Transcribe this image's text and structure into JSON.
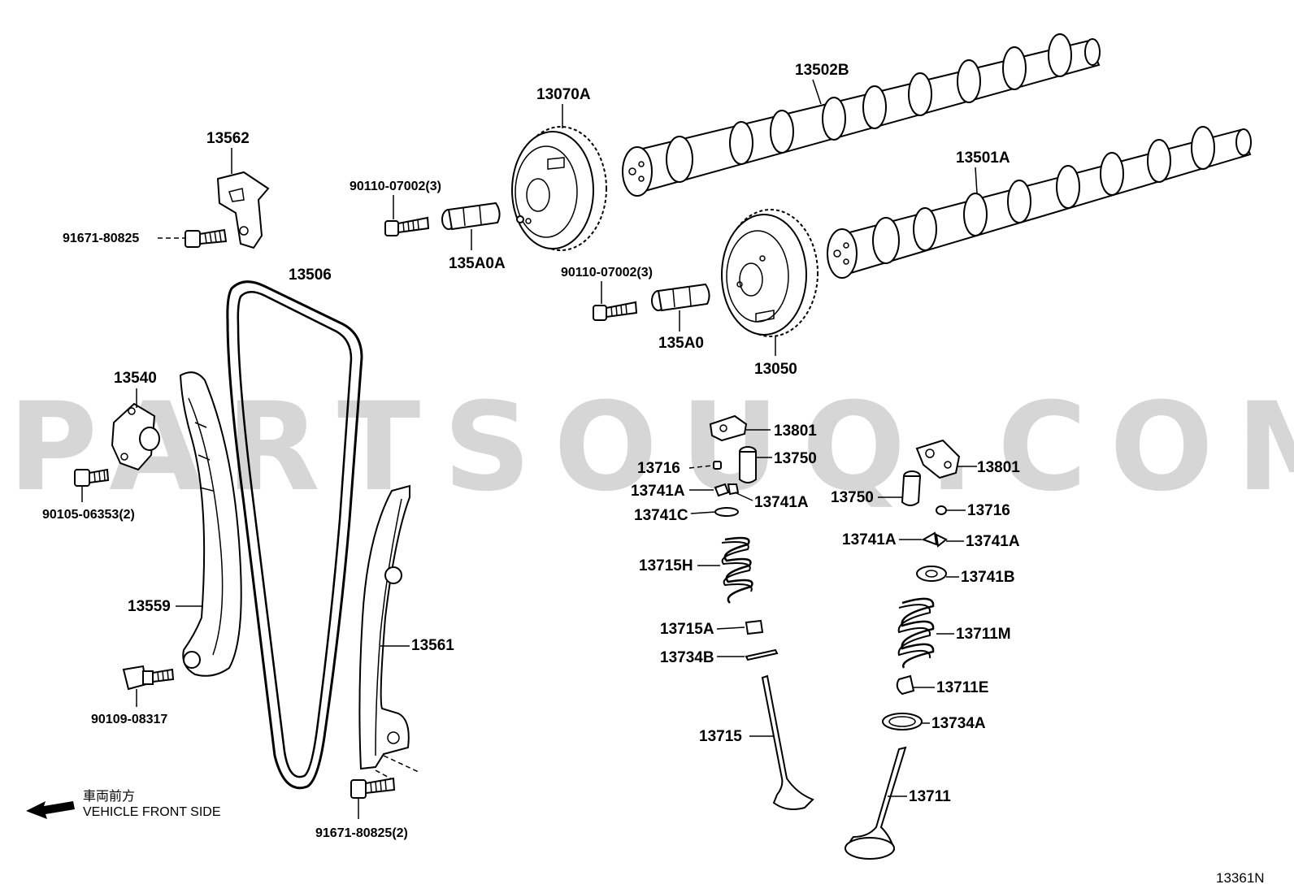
{
  "watermark": "PARTSOUQ.COM",
  "diagram_code": "13361N",
  "direction": {
    "jp": "車両前方",
    "en": "VEHICLE FRONT SIDE"
  },
  "labels": {
    "p13562": "13562",
    "p91671_80825": "91671-80825",
    "p13506": "13506",
    "p13540": "13540",
    "p90105_06353": "90105-06353(2)",
    "p13559": "13559",
    "p90109_08317": "90109-08317",
    "p13561": "13561",
    "p91671_80825_2": "91671-80825(2)",
    "p90110_07002_a": "90110-07002(3)",
    "p135A0A": "135A0A",
    "p13070A": "13070A",
    "p13502B": "13502B",
    "p13501A": "13501A",
    "p90110_07002_b": "90110-07002(3)",
    "p135A0": "135A0",
    "p13050": "13050",
    "p13801_l": "13801",
    "p13716_l": "13716",
    "p13750_l": "13750",
    "p13741A_l1": "13741A",
    "p13741A_l2": "13741A",
    "p13741C": "13741C",
    "p13715H": "13715H",
    "p13715A": "13715A",
    "p13734B": "13734B",
    "p13715": "13715",
    "p13801_r": "13801",
    "p13750_r": "13750",
    "p13716_r": "13716",
    "p13741A_r1": "13741A",
    "p13741A_r2": "13741A",
    "p13741B": "13741B",
    "p13711M": "13711M",
    "p13711E": "13711E",
    "p13734A": "13734A",
    "p13711": "13711"
  },
  "icons": [
    "arrow-left-icon"
  ]
}
